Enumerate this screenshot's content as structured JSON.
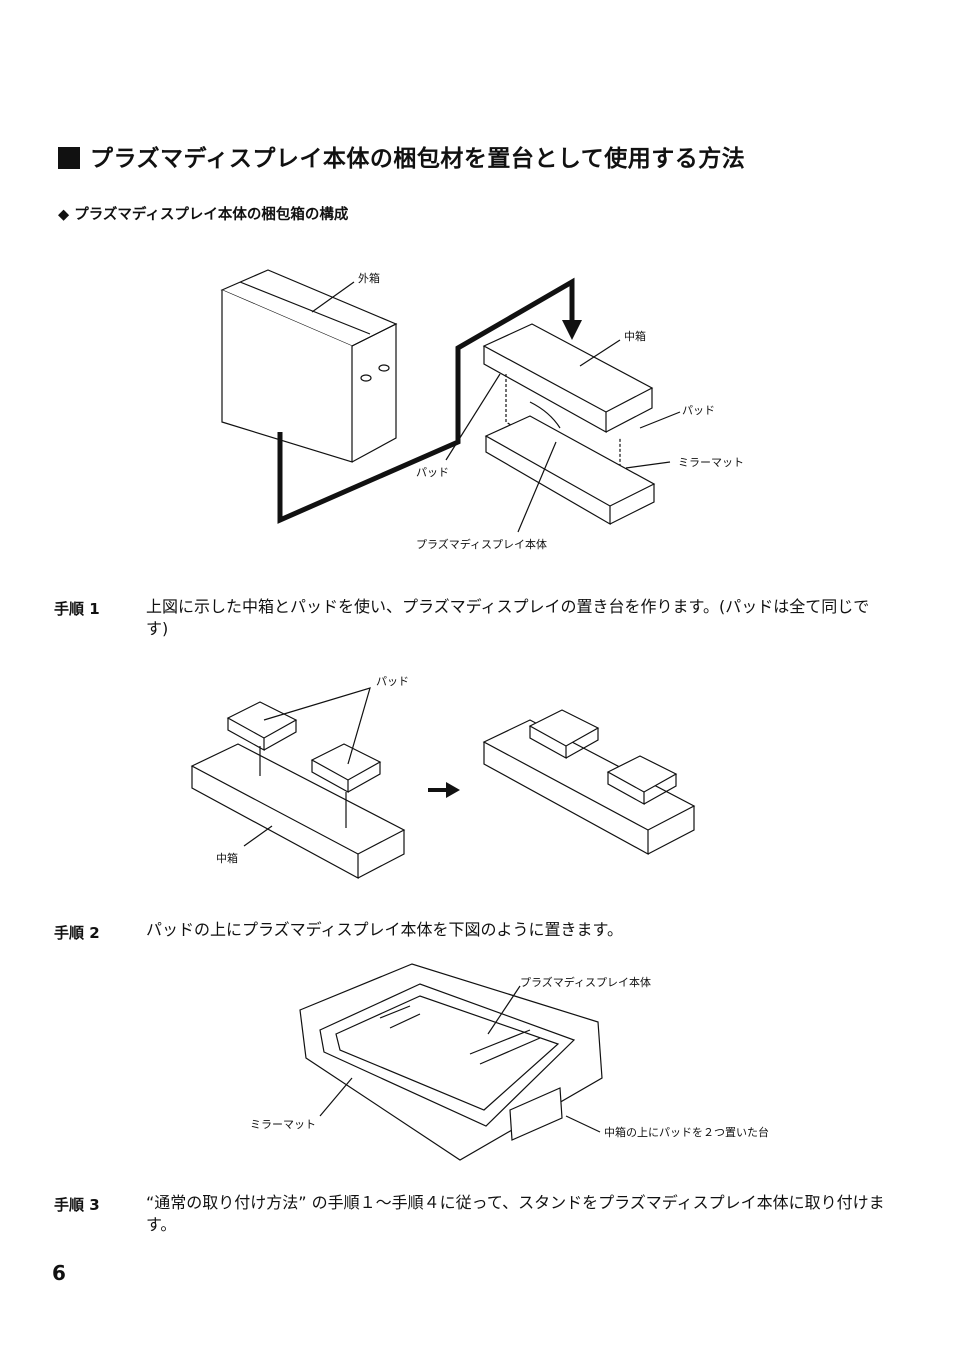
{
  "title": "プラズマディスプレイ本体の梱包材を置台として使用する方法",
  "subtitle": "◆ プラズマディスプレイ本体の梱包箱の構成",
  "figure1": {
    "outer_box": "外箱",
    "inner_box": "中箱",
    "pad_right": "パッド",
    "pad_left": "パッド",
    "mirror_mat": "ミラーマット",
    "display_body": "プラズマディスプレイ本体"
  },
  "steps": [
    {
      "label": "手順 1",
      "text": "上図に示した中箱とパッドを使い、プラズマディスプレイの置き台を作ります。(パッドは全て同じです)"
    },
    {
      "label": "手順 2",
      "text": "パッドの上にプラズマディスプレイ本体を下図のように置きます。"
    },
    {
      "label": "手順 3",
      "text": "“通常の取り付け方法” の手順１～手順４に従って、スタンドをプラズマディスプレイ本体に取り付けます。"
    }
  ],
  "figure2": {
    "pad": "パッド",
    "inner_box": "中箱"
  },
  "figure3": {
    "display_body": "プラズマディスプレイ本体",
    "mirror_mat": "ミラーマット",
    "stand": "中箱の上にパッドを２つ置いた台"
  },
  "page_number": "6"
}
